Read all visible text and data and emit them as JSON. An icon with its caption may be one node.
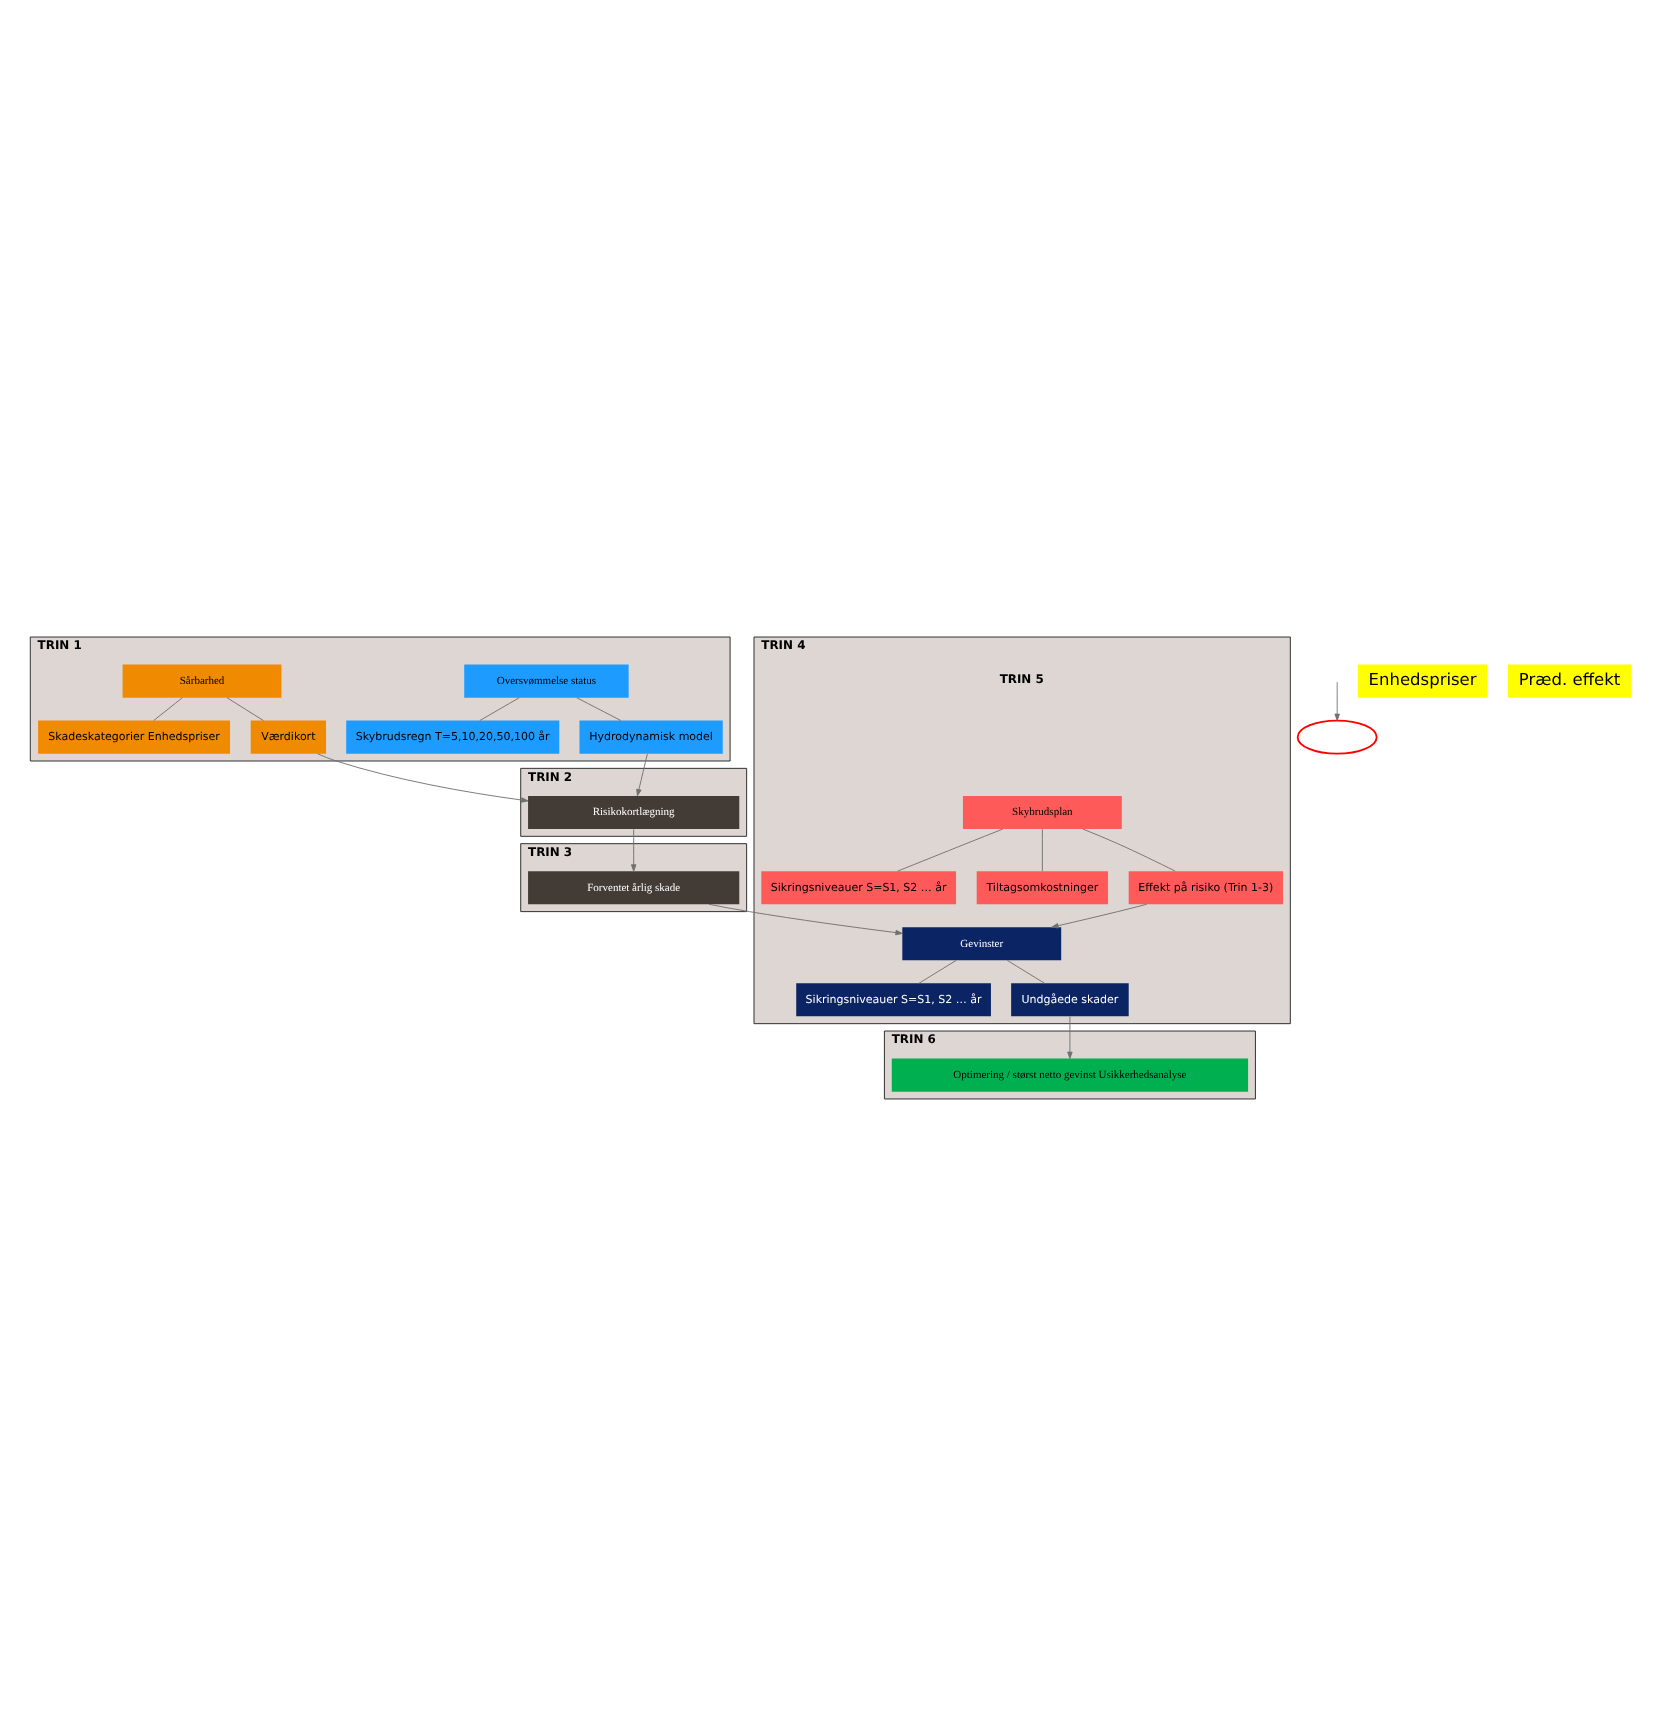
{
  "diagram": {
    "nodes": [
      {
        "text": [
          "TRIN 1"
        ]
      },
      {
        "text": [
          "Oversvømmelse status"
        ],
        "in": 0
      },
      {
        "text": [
          "Skybrudsregn T=5,10,20,50,100 år"
        ],
        "in": 0
      },
      {
        "text": [
          "Hydrodynamisk model"
        ],
        "in": 0
      },
      {
        "text": [
          "Sårbarhed"
        ],
        "in": 0
      },
      {
        "text": [
          "Skadeskategorier Enhedspriser"
        ],
        "in": 0
      },
      {
        "text": [
          "Værdikort"
        ],
        "in": 0
      },
      {
        "text": [
          "TRIN 2"
        ]
      },
      {
        "text": [
          "Risikokortlægning"
        ],
        "in": 7
      },
      {
        "text": [
          "TRIN 3"
        ]
      },
      {
        "text": [
          "Forventet årlig skade"
        ],
        "in": 9
      },
      {
        "text": [
          "TRIN 4"
        ]
      },
      {
        "text": [
          "Skybrudsplan"
        ],
        "in": 11
      },
      {
        "text": [
          "Sikringsniveauer S=S1, S2 … år"
        ],
        "in": 11
      },
      {
        "text": [
          "Tiltagsomkostninger"
        ],
        "in": 11
      },
      {
        "text": [
          "Effekt på risiko (Trin 1-3)"
        ],
        "in": 11
      },
      {
        "text": [
          "Gevinster"
        ],
        "in": 11
      },
      {
        "text": [
          "Sikringsniveauer S=S1, S2 … år"
        ],
        "in": 11
      },
      {
        "text": [
          "Undgåede skader"
        ],
        "in": 11
      },
      {
        "text": [
          "TRIN 6"
        ]
      },
      {
        "text": [
          "Optimering / størst netto gevinst Usikkerhedsanalyse"
        ],
        "in": 19
      },
      {
        "text": [],
        "shape": "ellipse"
      }
    ],
    "edges": [
      {
        "from": 1,
        "to": 2,
        "arrow": "none"
      },
      {
        "from": 1,
        "to": 3,
        "arrow": "none"
      },
      {
        "from": 4,
        "to": 5,
        "arrow": "none"
      },
      {
        "from": 4,
        "to": 6,
        "arrow": "none"
      },
      {
        "from": 3,
        "to": 8,
        "arrow": "to"
      },
      {
        "from": 6,
        "to": 8,
        "arrow": "to"
      },
      {
        "from": 8,
        "to": 10,
        "arrow": "to"
      },
      {
        "from": 10,
        "to": 16,
        "arrow": "to"
      },
      {
        "from": 12,
        "to": 13,
        "arrow": "none"
      },
      {
        "from": 12,
        "to": 14,
        "arrow": "none"
      },
      {
        "from": 12,
        "to": 15,
        "arrow": "none"
      },
      {
        "from": 15,
        "to": 16,
        "arrow": "to"
      },
      {
        "from": 16,
        "to": 17,
        "arrow": "none"
      },
      {
        "from": 16,
        "to": 18,
        "arrow": "none"
      },
      {
        "from": 18,
        "to": 20,
        "arrow": "to"
      },
      {
        "from": null,
        "to": 21,
        "arrow": "to"
      }
    ],
    "labels": [
      "Enhedspriser",
      "Præd. effekt",
      "TRIN 5"
    ]
  }
}
